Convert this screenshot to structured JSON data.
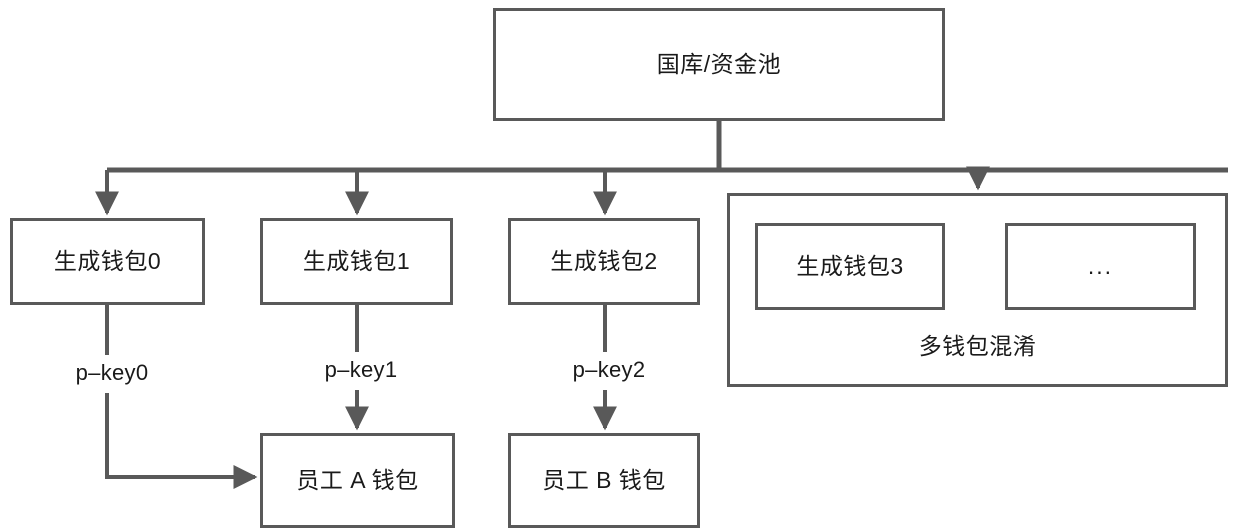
{
  "diagram": {
    "title_box": {
      "label": "国库/资金池"
    },
    "wallet_nodes": [
      {
        "label": "生成钱包0"
      },
      {
        "label": "生成钱包1"
      },
      {
        "label": "生成钱包2"
      }
    ],
    "group": {
      "label": "多钱包混淆",
      "nodes": [
        {
          "label": "生成钱包3"
        },
        {
          "label": "..."
        }
      ]
    },
    "edge_labels": [
      {
        "label": "p–key0"
      },
      {
        "label": "p–key1"
      },
      {
        "label": "p–key2"
      }
    ],
    "employee_nodes": [
      {
        "label": "员工 A 钱包"
      },
      {
        "label": "员工 B 钱包"
      }
    ],
    "colors": {
      "stroke": "#595959",
      "text": "#1a1a1a",
      "background": "#ffffff"
    }
  }
}
